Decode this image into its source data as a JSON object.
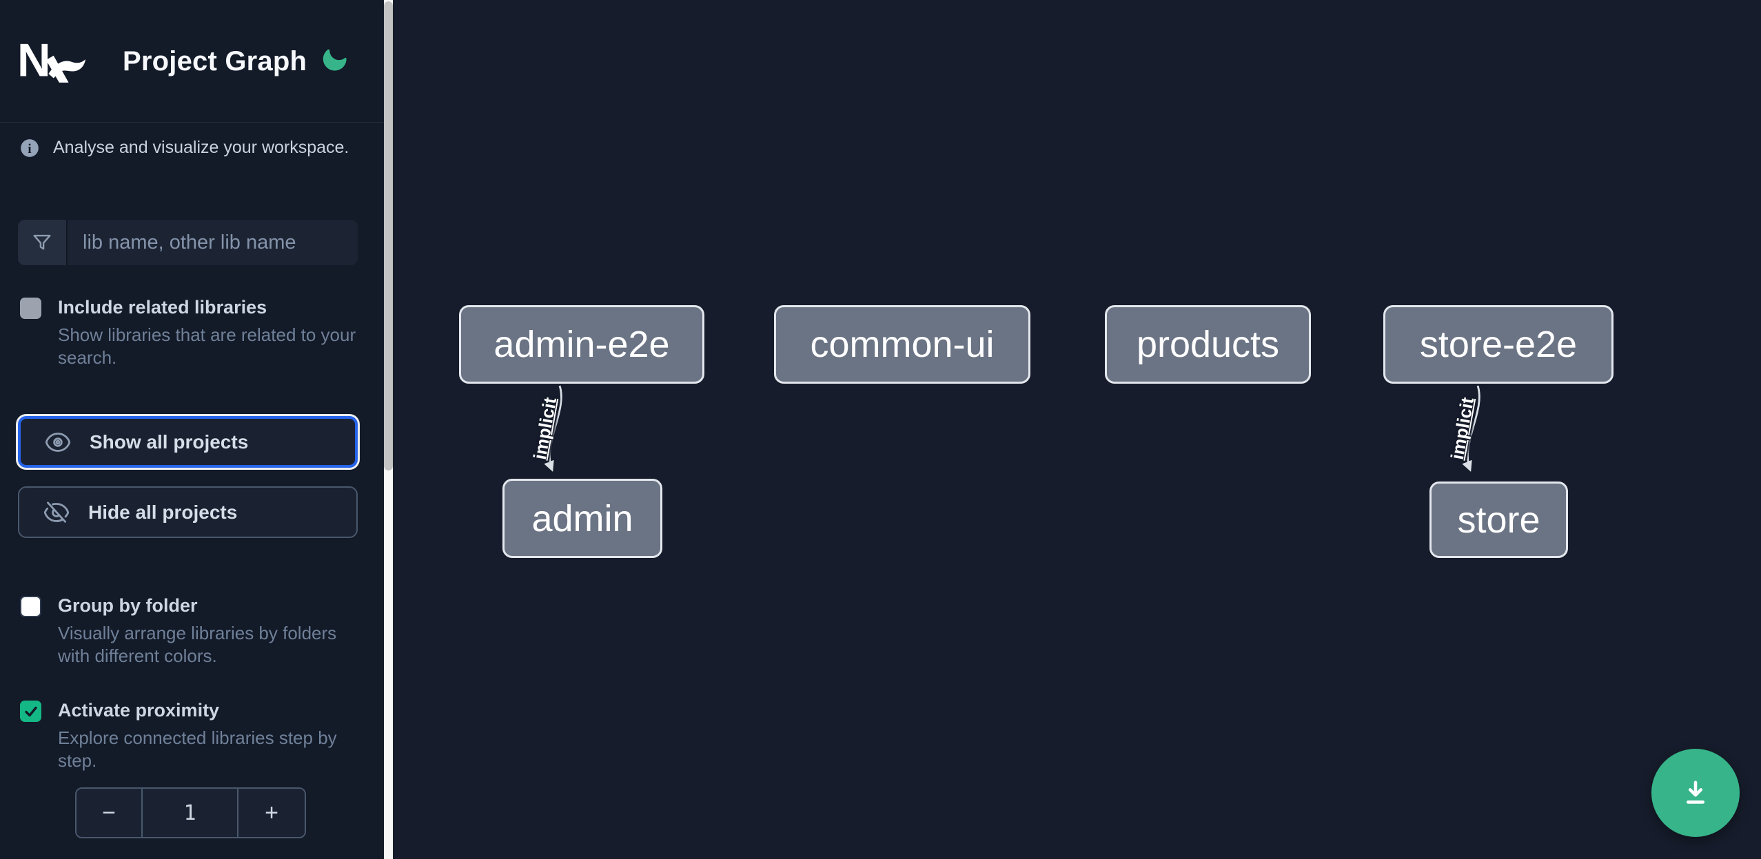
{
  "header": {
    "title": "Project Graph",
    "logo_icon": "nx-logo",
    "theme_icon": "moon-icon"
  },
  "info": {
    "text": "Analyse and visualize your workspace."
  },
  "search": {
    "placeholder": "lib name, other lib name",
    "icon": "filter-funnel-icon"
  },
  "options": {
    "include_related": {
      "label": "Include related libraries",
      "description": "Show libraries that are related to your search.",
      "checked": false
    },
    "group_by_folder": {
      "label": "Group by folder",
      "description": "Visually arrange libraries by folders with different colors.",
      "checked": false
    },
    "activate_proximity": {
      "label": "Activate proximity",
      "description": "Explore connected libraries step by step.",
      "checked": true
    }
  },
  "actions": {
    "show_all": "Show all projects",
    "hide_all": "Hide all projects"
  },
  "stepper": {
    "decrement": "−",
    "value": "1",
    "increment": "+"
  },
  "graph": {
    "nodes": [
      {
        "label": "admin-e2e"
      },
      {
        "label": "common-ui"
      },
      {
        "label": "products"
      },
      {
        "label": "store-e2e"
      },
      {
        "label": "admin"
      },
      {
        "label": "store"
      }
    ],
    "edges": [
      {
        "source": "admin-e2e",
        "target": "admin",
        "label": "implicit"
      },
      {
        "source": "store-e2e",
        "target": "store",
        "label": "implicit"
      }
    ]
  },
  "fab": {
    "icon": "download-icon"
  },
  "colors": {
    "sidebar_bg": "#131a28",
    "canvas_bg": "#161c2b",
    "accent_green": "#37b489",
    "focus_blue": "#2563eb",
    "checkbox_checked": "#14b885",
    "node_fill": "#6b7484",
    "node_border": "#e4e8ee",
    "edge": "#dbe0e7"
  }
}
